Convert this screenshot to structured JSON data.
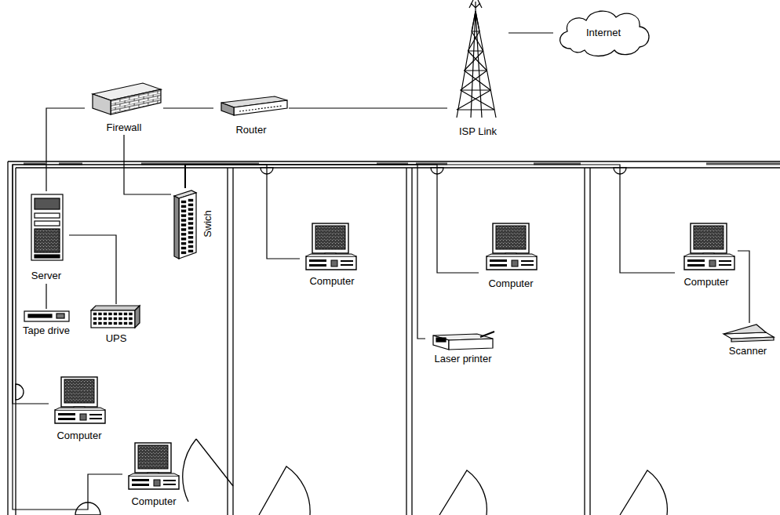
{
  "diagram": {
    "nodes": [
      {
        "text": [
          "Firewall"
        ]
      },
      {
        "text": [
          "Router"
        ]
      },
      {
        "text": [
          "ISP Link"
        ]
      },
      {
        "text": [
          "Internet"
        ]
      },
      {
        "text": [
          "Server"
        ]
      },
      {
        "text": [
          "Swich"
        ]
      },
      {
        "text": [
          "Computer"
        ]
      },
      {
        "text": [
          "Computer"
        ]
      },
      {
        "text": [
          "Computer"
        ]
      },
      {
        "text": [
          "Tape drive"
        ]
      },
      {
        "text": [
          "UPS"
        ]
      },
      {
        "text": [
          "Laser printer"
        ]
      },
      {
        "text": [
          "Scanner"
        ]
      },
      {
        "text": [
          "Computer"
        ]
      },
      {
        "text": [
          "Computer"
        ]
      }
    ],
    "edges": [
      {
        "from": 0,
        "to": 1,
        "arrow": "none"
      },
      {
        "from": 1,
        "to": 2,
        "arrow": "none"
      },
      {
        "from": 2,
        "to": 3,
        "arrow": "none"
      },
      {
        "from": 0,
        "to": 4,
        "arrow": "none"
      },
      {
        "from": 0,
        "to": 5,
        "arrow": "none"
      },
      {
        "from": 4,
        "to": 9,
        "arrow": "none"
      },
      {
        "from": 4,
        "to": 10,
        "arrow": "none"
      },
      {
        "from": 5,
        "to": 6,
        "arrow": "none"
      },
      {
        "from": 5,
        "to": 7,
        "arrow": "none"
      },
      {
        "from": 5,
        "to": 11,
        "arrow": "none"
      },
      {
        "from": 5,
        "to": 8,
        "arrow": "none"
      },
      {
        "from": 8,
        "to": 12,
        "arrow": "none"
      },
      {
        "from": 5,
        "to": 13,
        "arrow": "none"
      },
      {
        "from": 5,
        "to": 14,
        "arrow": "none"
      }
    ]
  }
}
